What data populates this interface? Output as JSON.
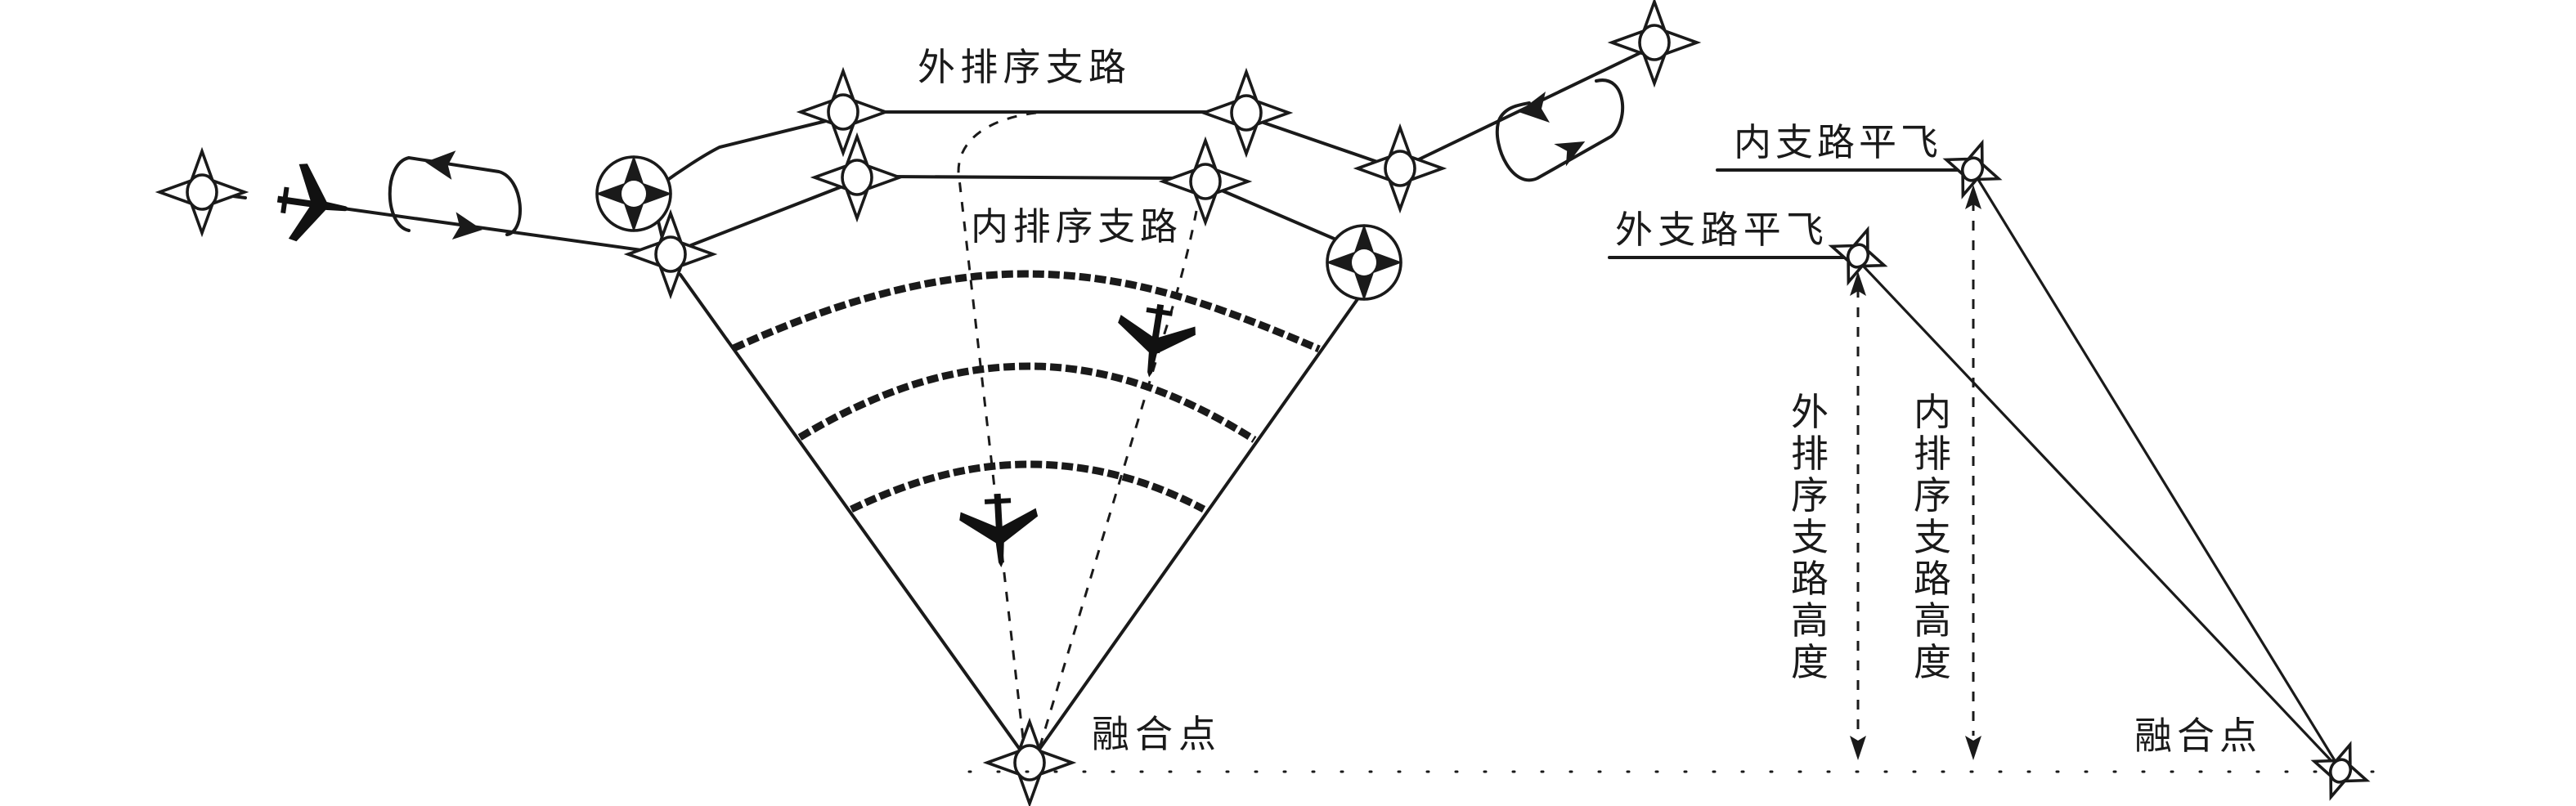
{
  "diagram": {
    "title_left": "Point-merge sequencing legs (plan view)",
    "title_right": "Sequencing leg altitudes (profile view)",
    "colors": {
      "ink": "#1a1a1a",
      "background": "#ffffff"
    }
  },
  "labels": {
    "outer_leg": "外排序支路",
    "inner_leg": "内排序支路",
    "merge_point_plan": "融合点",
    "inner_leg_level": "内支路平飞",
    "outer_leg_level": "外支路平飞",
    "outer_leg_altitude": "外排序支路高度",
    "inner_leg_altitude": "内排序支路高度",
    "merge_point_profile": "融合点"
  },
  "legend_icons": {
    "waypoint": "fly-by-waypoint-icon",
    "flyover": "fly-over-waypoint-icon",
    "aircraft": "aircraft-icon",
    "holding": "holding-pattern-icon"
  },
  "elements": {
    "waypoint_count_plan": 9,
    "flyover_count": 2,
    "aircraft_count": 3,
    "holding_patterns": 2,
    "iso_distance_arcs": 3
  }
}
